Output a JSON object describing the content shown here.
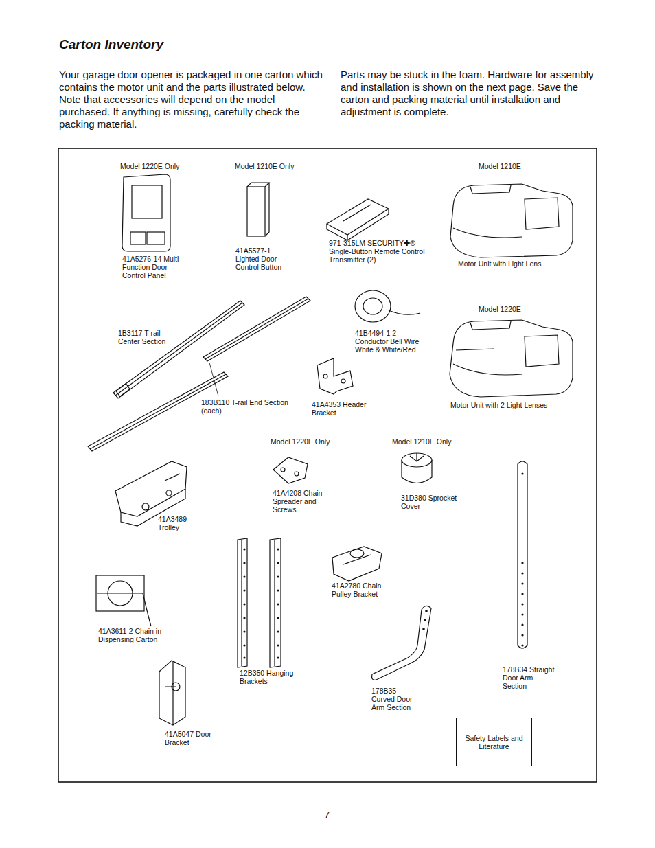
{
  "diagram": {
    "title": "Carton Inventory",
    "nodes": [
      {
        "text": [
          "Safety Labels and Literature"
        ]
      }
    ],
    "labels": [
      "Your garage door opener is packaged in one carton which contains the motor unit and the parts illustrated below. Note that accessories will depend on the model purchased. If anything is missing, carefully check the packing material.",
      "Parts may be stuck in the foam. Hardware for assembly and installation is shown on the next page. Save the carton and packing material until installation and adjustment is complete.",
      "Model 1220E Only",
      "Model 1210E Only",
      "Model 1210E",
      "41A5276-14 Multi-Function Door Control Panel",
      "41A5577-1 Lighted Door Control Button",
      "971-315LM SECURITY✚® Single-Button Remote Control Transmitter (2)",
      "Motor Unit with Light Lens",
      "1B3117 T-rail Center Section",
      "41B4494-1 2-Conductor Bell Wire White & White/Red",
      "Model 1220E",
      "183B110 T-rail End Section (each)",
      "41A4353 Header Bracket",
      "Motor Unit with 2 Light Lenses",
      "Model 1220E Only",
      "Model 1210E Only",
      "41A4208 Chain Spreader and Screws",
      "31D380 Sprocket Cover",
      "41A3489 Trolley",
      "41A2780 Chain Pulley Bracket",
      "41A3611-2 Chain in Dispensing Carton",
      "12B350 Hanging Brackets",
      "178B34 Straight Door Arm Section",
      "178B35 Curved Door Arm Section",
      "41A5047 Door Bracket",
      "7"
    ]
  }
}
